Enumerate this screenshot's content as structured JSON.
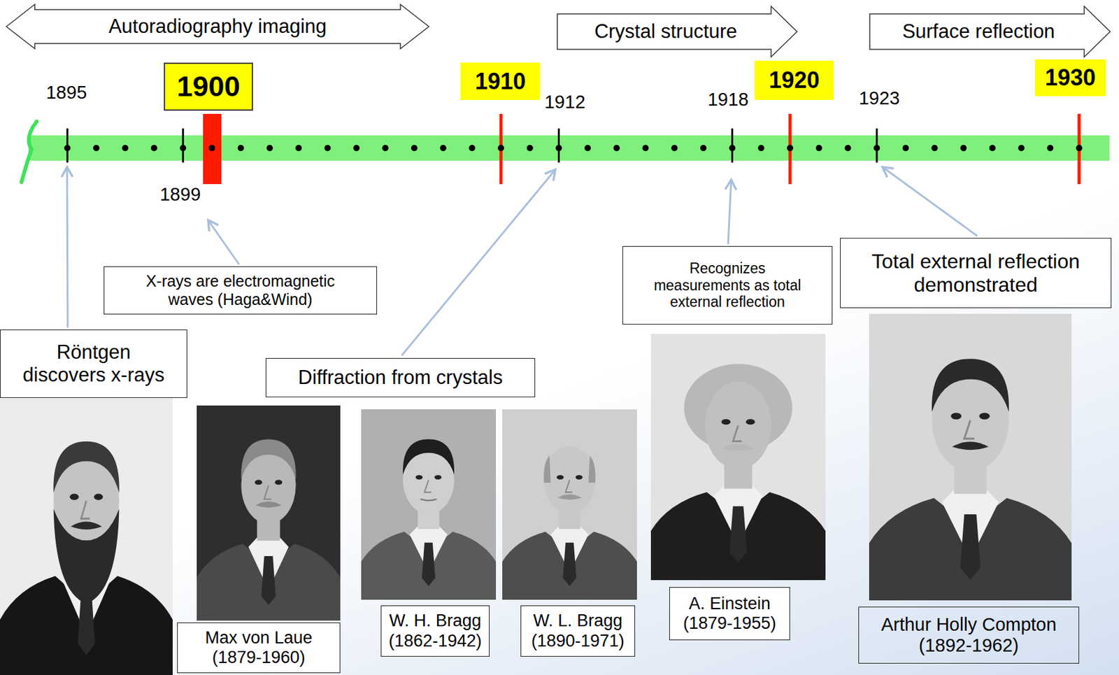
{
  "diagram": {
    "nodes": [
      {
        "text": [
          "Autoradiography imaging"
        ]
      },
      {
        "text": [
          "Crystal structure"
        ]
      },
      {
        "text": [
          "Surface reflection"
        ]
      },
      {
        "text": [
          "1900"
        ]
      },
      {
        "text": [
          "1910"
        ]
      },
      {
        "text": [
          "1920"
        ]
      },
      {
        "text": [
          "1930"
        ]
      },
      {
        "text": [
          "X-rays are electromagnetic waves (Haga&Wind)"
        ]
      },
      {
        "text": [
          "Röntgen discovers x-rays"
        ]
      },
      {
        "text": [
          "Diffraction from crystals"
        ]
      },
      {
        "text": [
          "Recognizes measurements as total external reflection"
        ]
      },
      {
        "text": [
          "Total external reflection demonstrated"
        ]
      },
      {
        "text": [
          "Max von Laue",
          "(1879-1960)"
        ]
      },
      {
        "text": [
          "W. H. Bragg",
          "(1862-1942)"
        ]
      },
      {
        "text": [
          "W. L. Bragg",
          "(1890-1971)"
        ]
      },
      {
        "text": [
          "A. Einstein",
          "(1879-1955)"
        ]
      },
      {
        "text": [
          "Arthur Holly Compton",
          "(1892-1962)"
        ]
      }
    ],
    "labels": [
      "1895",
      "1899",
      "1912",
      "1918",
      "1923"
    ]
  }
}
